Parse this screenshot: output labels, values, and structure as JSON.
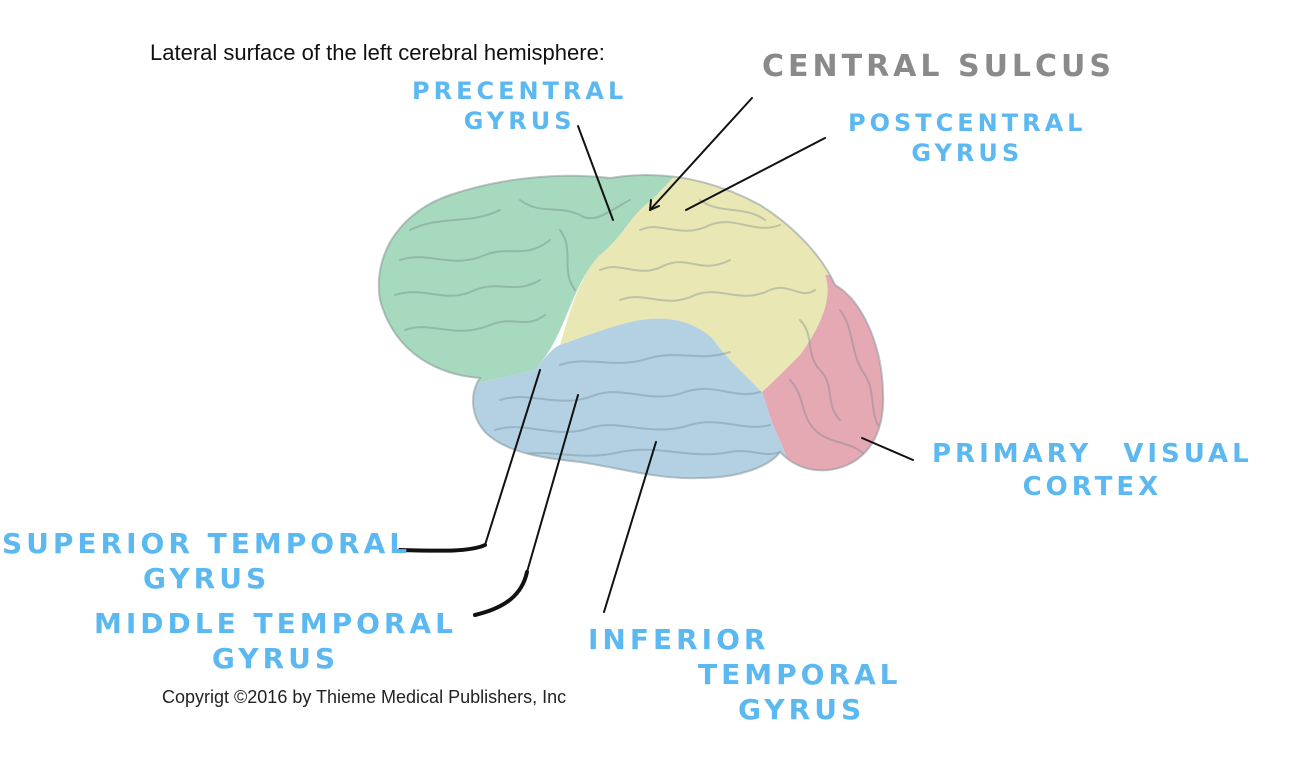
{
  "title": "Lateral surface of the left cerebral hemisphere:",
  "copyright": "Copyrigt ©2016 by Thieme Medical Publishers, Inc",
  "labels": {
    "central_sulcus": "CENTRAL SULCUS",
    "precentral_gyrus": {
      "line1": "PRECENTRAL",
      "line2": "GYRUS"
    },
    "postcentral_gyrus": {
      "line1": "POSTCENTRAL",
      "line2": "GYRUS"
    },
    "primary_visual_cortex": {
      "line1": "PRIMARY VISUAL",
      "line2": "CORTEX"
    },
    "superior_temporal_gyrus": {
      "line1": "SUPERIOR TEMPORAL",
      "line2": "GYRUS"
    },
    "middle_temporal_gyrus": {
      "line1": "MIDDLE TEMPORAL",
      "line2": "GYRUS"
    },
    "inferior_temporal_gyrus": {
      "line1": "INFERIOR",
      "line2": "TEMPORAL",
      "line3": "GYRUS"
    }
  },
  "colors": {
    "frontal_lobe": "#a6d9bd",
    "parietal_lobe": "#e9e7b4",
    "temporal_lobe": "#b3d1e2",
    "occipital_lobe": "#e5a9b4",
    "label_blue": "#5bb8f0",
    "label_grey": "#8a8a8a",
    "leader_line": "#111111"
  }
}
